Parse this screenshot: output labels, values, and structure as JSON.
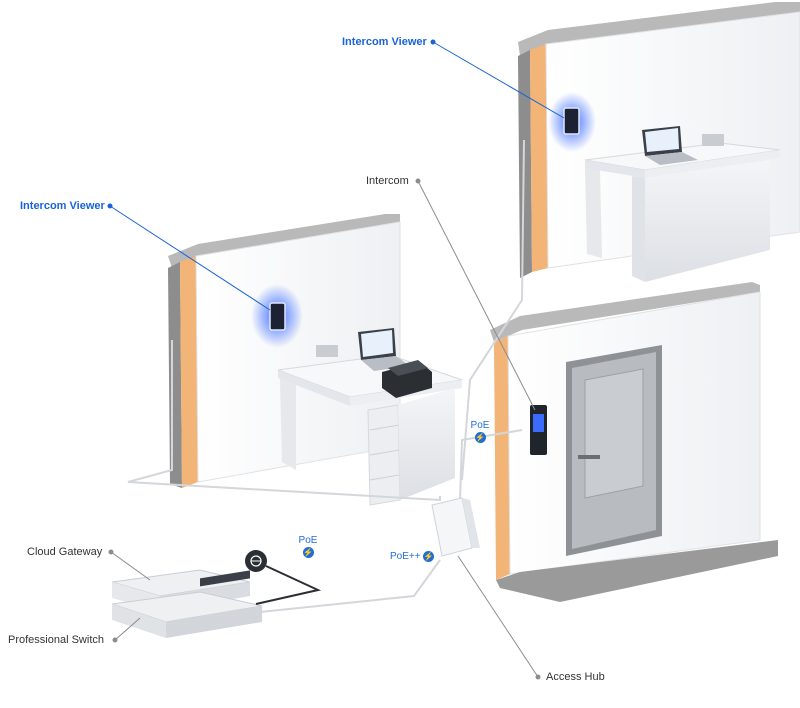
{
  "labels": {
    "viewer_top": "Intercom Viewer",
    "viewer_left": "Intercom Viewer",
    "intercom": "Intercom",
    "cloud_gateway": "Cloud Gateway",
    "professional_switch": "Professional Switch",
    "access_hub": "Access Hub"
  },
  "badges": {
    "poe_door": "PoE",
    "poe_switch": "PoE",
    "poe_plus_plus": "PoE++"
  },
  "icons": {
    "bolt": "lightning-bolt-icon",
    "internet": "globe-icon"
  },
  "colors": {
    "accent": "#1a63d6",
    "glow": "#3b6cff",
    "wall": "#f4f5f7",
    "wood": "#f2b477",
    "brick": "#8c8c8c"
  }
}
